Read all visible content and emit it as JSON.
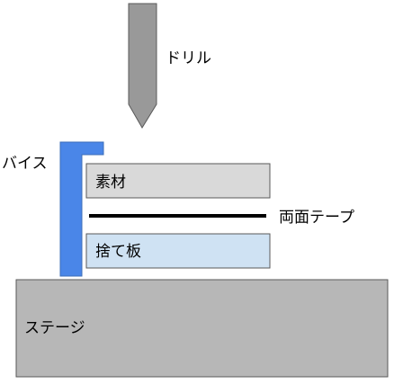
{
  "labels": {
    "drill": "ドリル",
    "vise": "バイス",
    "material": "素材",
    "double_sided_tape": "両面テープ",
    "sacrificial_board": "捨て板",
    "stage": "ステージ"
  },
  "colors": {
    "drill_fill": "#999999",
    "vise_fill": "#4a86e8",
    "material_fill": "#d9d9d9",
    "sacrificial_board_fill": "#cfe2f3",
    "stage_fill": "#b7b7b7",
    "tape_stroke": "#000000",
    "outline": "#595959"
  }
}
